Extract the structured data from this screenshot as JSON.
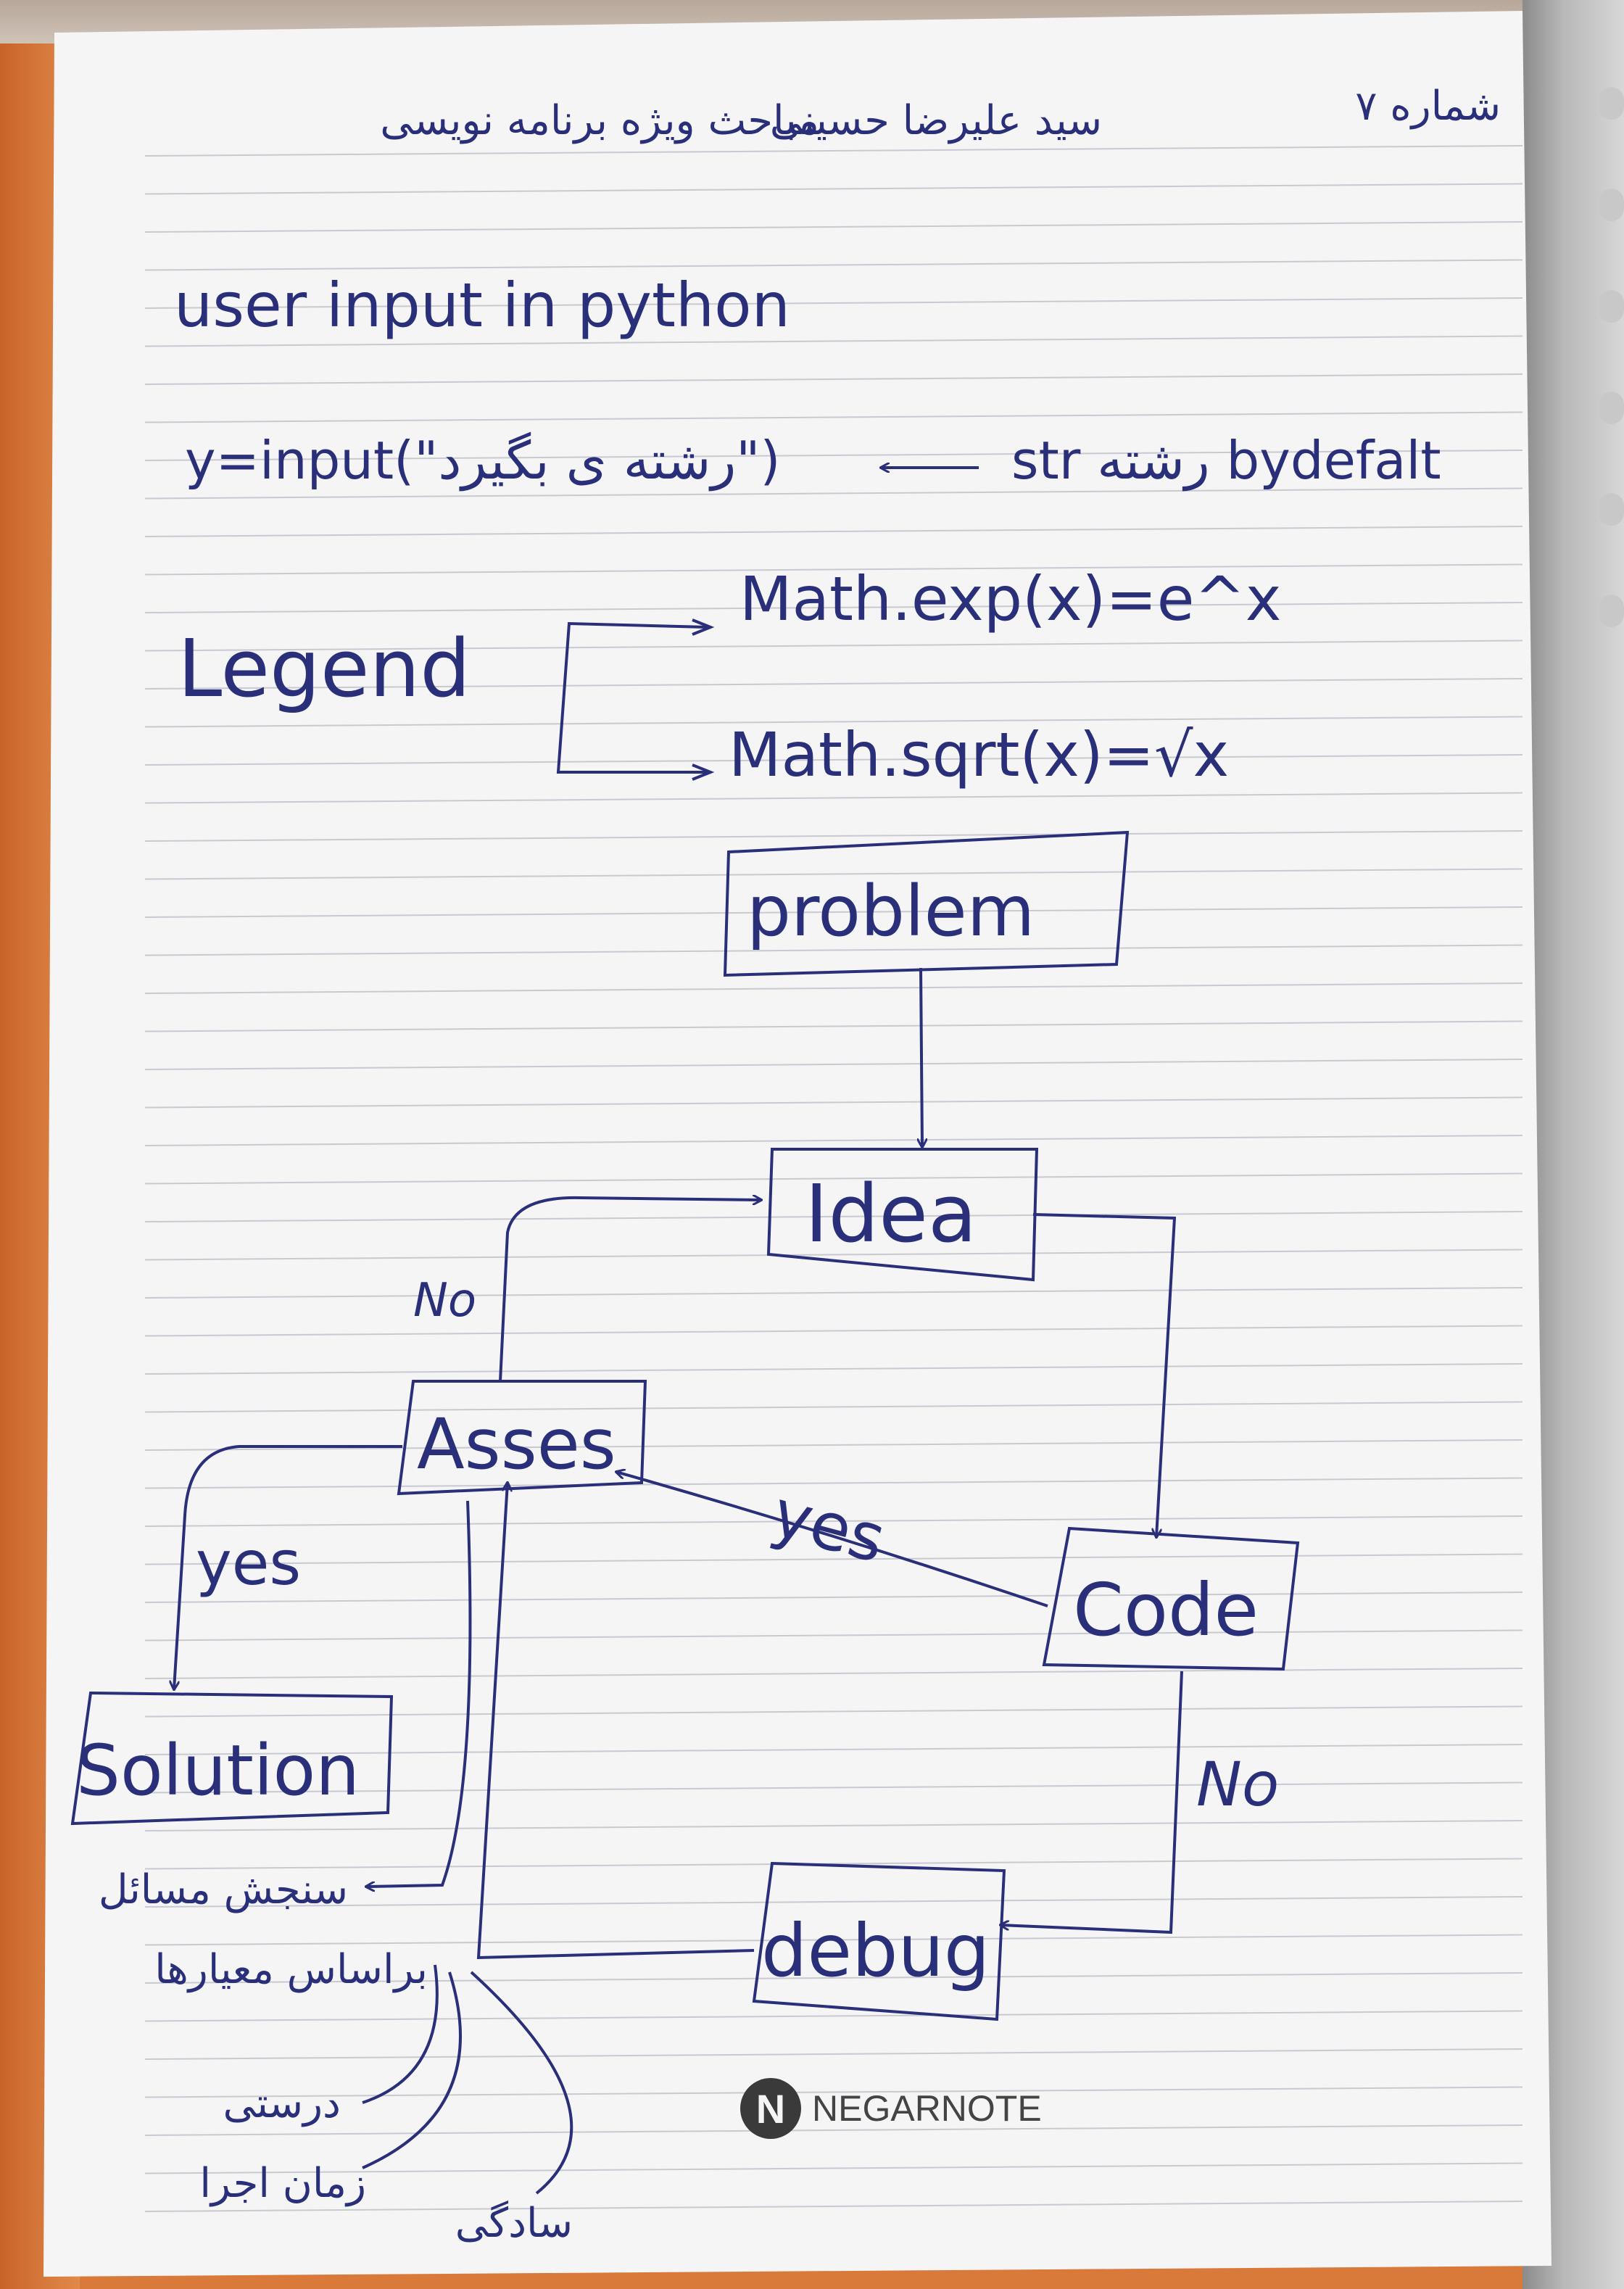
{
  "header": {
    "number": "شماره ۷",
    "author": "سید علیرضا حسینی",
    "course": "مباحث ویژه برنامه نویسی"
  },
  "notes": {
    "title": "user input in python",
    "input_code": "y=input(\"رشته ی بگیرد\")",
    "input_result": "str رشته bydefalt",
    "legend_label": "Legend",
    "legend_exp": "Math.exp(x)=e^x",
    "legend_sqrt": "Math.sqrt(x)=√x"
  },
  "flowchart": {
    "problem": "problem",
    "idea": "Idea",
    "asses": "Asses",
    "code": "Code",
    "solution": "Solution",
    "debug": "debug",
    "label_no_asses": "No",
    "label_yes_code": "yes",
    "label_yes_solution": "yes",
    "label_no_code": "No"
  },
  "criteria": {
    "line1": "سنجش مسائل",
    "line2": "براساس معیارها",
    "item1": "درستی",
    "item2": "زمان اجرا",
    "item3": "سادگی"
  },
  "watermark": {
    "logo_letter": "N",
    "text": "NEGARNOTE"
  }
}
